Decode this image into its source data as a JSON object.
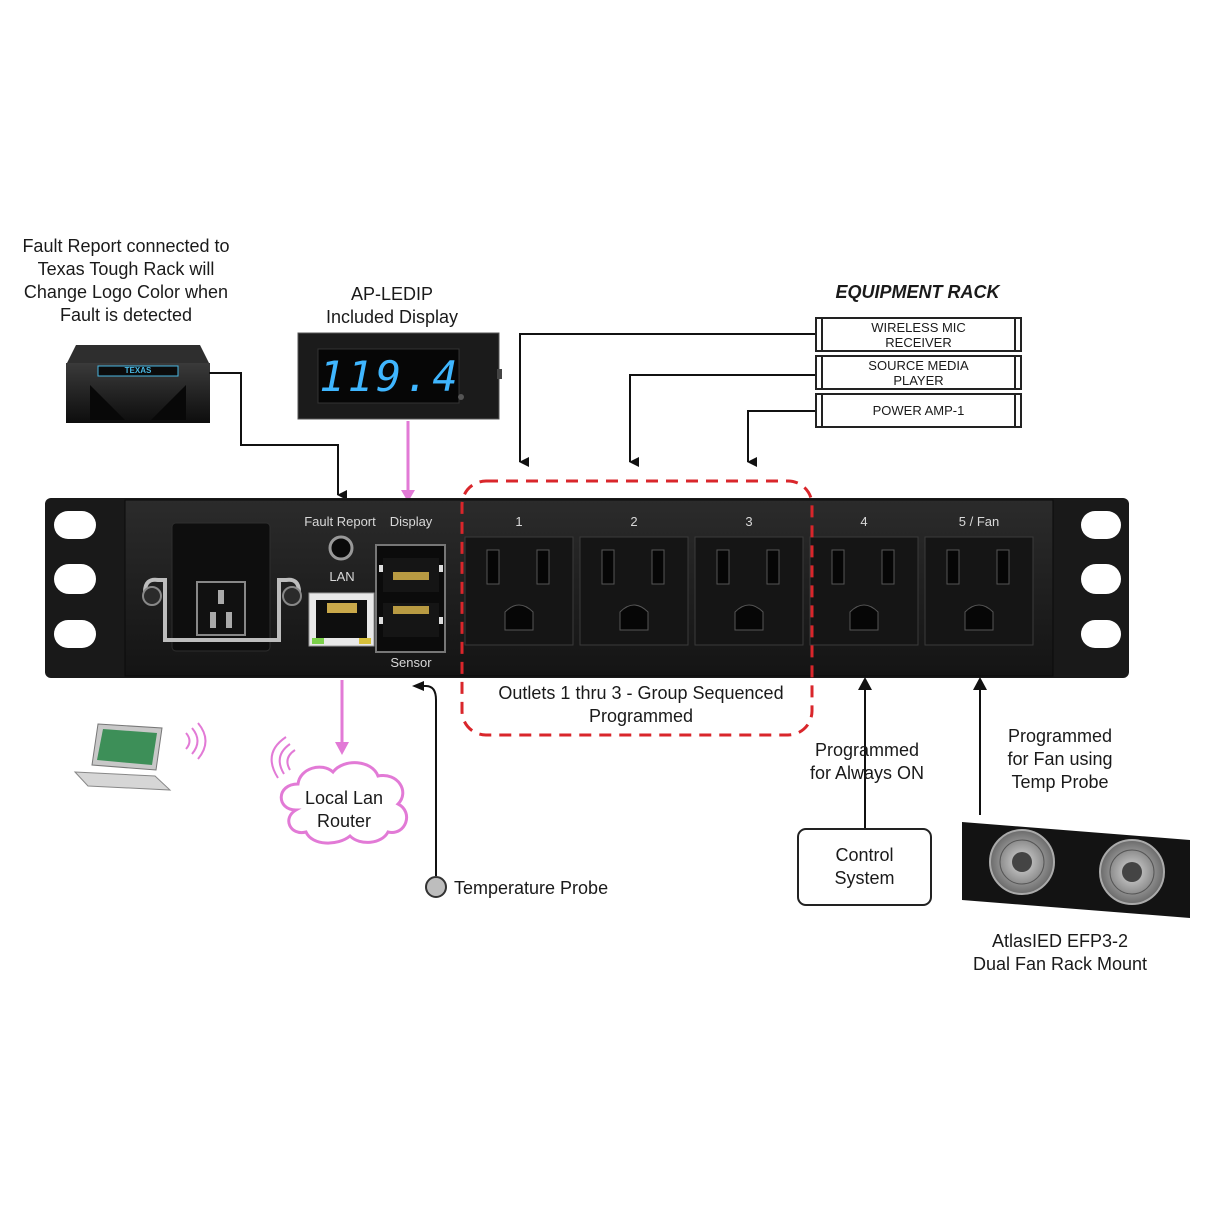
{
  "fault_report_note": {
    "line1": "Fault Report connected to",
    "line2": "Texas Tough Rack will",
    "line3": "Change Logo Color when",
    "line4": "Fault is detected"
  },
  "display_module": {
    "title1": "AP-LEDIP",
    "title2": "Included Display",
    "readout": "119.4",
    "readout_color": "#3fb6ff"
  },
  "equipment_rack": {
    "title": "EQUIPMENT RACK",
    "units": [
      {
        "line1": "WIRELESS MIC",
        "line2": "RECEIVER"
      },
      {
        "line1": "SOURCE MEDIA",
        "line2": "PLAYER"
      },
      {
        "line1": "POWER AMP-1",
        "line2": ""
      }
    ]
  },
  "pdu_panel": {
    "fault_report": "Fault Report",
    "display": "Display",
    "lan": "LAN",
    "sensor": "Sensor",
    "outlets": [
      "1",
      "2",
      "3",
      "4",
      "5 / Fan"
    ]
  },
  "group_note": {
    "line1": "Outlets 1 thru 3 - Group Sequenced",
    "line2": "Programmed"
  },
  "router": {
    "line1": "Local Lan",
    "line2": "Router"
  },
  "temperature_probe": "Temperature Probe",
  "always_on_note": {
    "line1": "Programmed",
    "line2": "for Always ON"
  },
  "control_system": {
    "line1": "Control",
    "line2": "System"
  },
  "fan_note": {
    "line1": "Programmed",
    "line2": "for Fan using",
    "line3": "Temp Probe"
  },
  "fan_product": {
    "line1": "AtlasIED EFP3-2",
    "line2": "Dual Fan Rack Mount"
  },
  "colors": {
    "pink_connection": "#e27ad6",
    "group_dashed": "#d9262b",
    "panel_dark": "#1c1c1c"
  }
}
